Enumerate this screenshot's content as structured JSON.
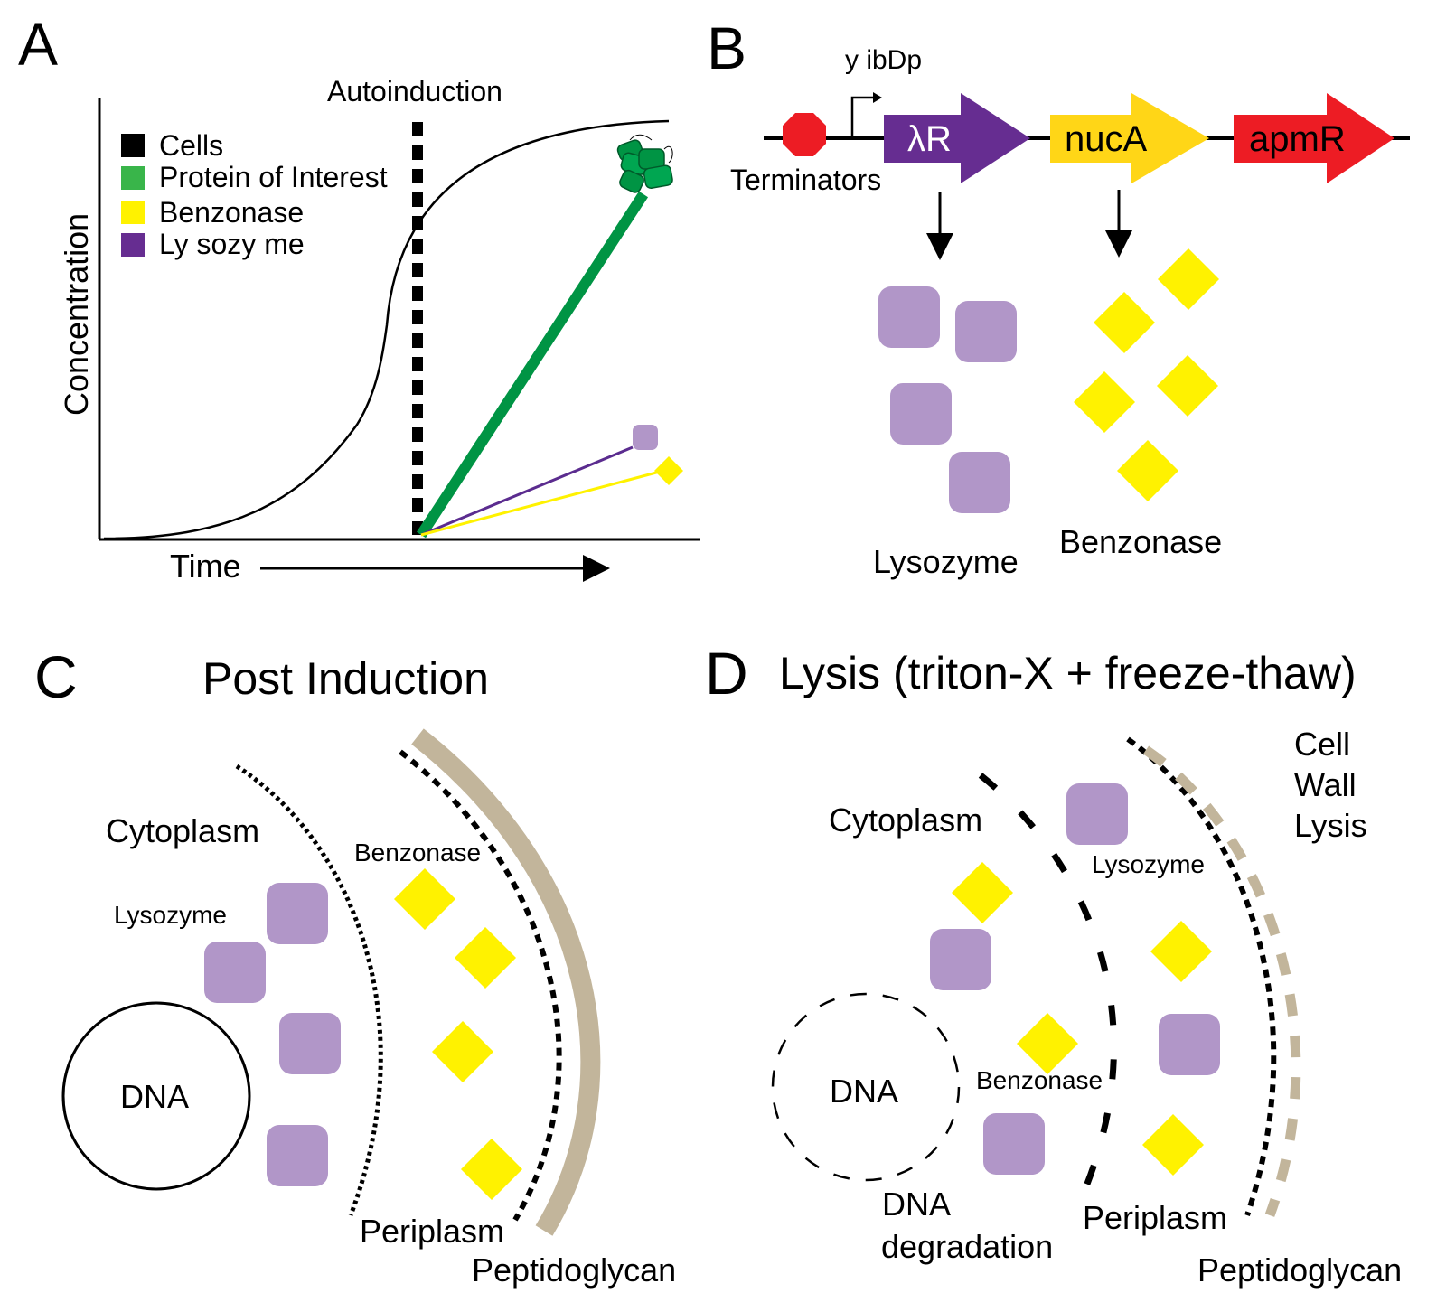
{
  "colors": {
    "cells": "#000000",
    "protein": "#009444",
    "benzonase": "#FFF200",
    "lysozyme": "#B196C8",
    "lysozyme_line": "#5B2C8F",
    "terminator": "#ED1C24",
    "lambda_r": "#662D91",
    "nuca": "#FFD617",
    "apmr": "#ED1C24",
    "peptidoglycan": "#C2B59B"
  },
  "panel_a": {
    "letter": "A",
    "y_axis_label": "Concentration",
    "x_axis_label": "Time",
    "event_label": "Autoinduction",
    "legend": [
      "Cells",
      "Protein of  Interest",
      "Benzonase",
      "Ly sozy me"
    ],
    "legend_colors": [
      "#000000",
      "#39B54A",
      "#FFF200",
      "#662D91"
    ],
    "protein_icon": "protein-structure-icon",
    "lysozyme_marker": "rounded-square-icon",
    "benzonase_marker": "diamond-icon",
    "chart_data": {
      "type": "line",
      "xlabel": "Time",
      "ylabel": "Concentration",
      "annotations": [
        "Autoinduction"
      ],
      "series": [
        {
          "name": "Cells",
          "shape": "sigmoid"
        },
        {
          "name": "Protein of  Interest",
          "shape": "linear increase after autoinduction"
        },
        {
          "name": "Benzonase",
          "shape": "slow linear increase after autoinduction"
        },
        {
          "name": "Ly sozy me",
          "shape": "slow linear increase after autoinduction"
        }
      ]
    }
  },
  "panel_b": {
    "letter": "B",
    "promoter_label": "y ibDp",
    "terminator_label": "Terminators",
    "genes": [
      "λR",
      "nucA",
      "apmR"
    ],
    "product_labels": [
      "Lysozyme",
      "Benzonase"
    ],
    "terminator_icon": "stop-octagon-icon",
    "promoter_icon": "bent-arrow-icon"
  },
  "panel_c": {
    "letter": "C",
    "title": "Post Induction",
    "labels": {
      "cytoplasm": "Cytoplasm",
      "lysozyme": "Lysozyme",
      "benzonase": "Benzonase",
      "dna": "DNA",
      "periplasm": "Periplasm",
      "peptidoglycan": "Peptidoglycan"
    }
  },
  "panel_d": {
    "letter": "D",
    "title": "Lysis (triton-X + freeze-thaw)",
    "labels": {
      "cytoplasm": "Cytoplasm",
      "lysozyme": "Lysozyme",
      "benzonase": "Benzonase",
      "dna": "DNA",
      "dna_degradation": [
        "DNA",
        "degradation"
      ],
      "periplasm": "Periplasm",
      "peptidoglycan": "Peptidoglycan",
      "cell_wall_lysis": [
        "Cell",
        "Wall",
        "Lysis"
      ]
    }
  }
}
